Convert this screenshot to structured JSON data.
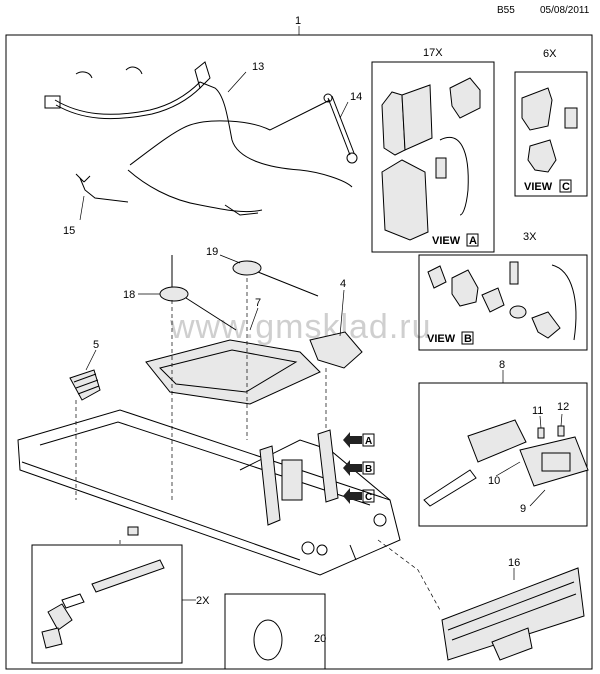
{
  "header": {
    "code": "B55",
    "date": "05/08/2011"
  },
  "watermark": "www.gmsklad.ru",
  "callouts": {
    "c1": "1",
    "c2": "2X",
    "c3": "3X",
    "c4": "4",
    "c5": "5",
    "c6": "6X",
    "c7": "7",
    "c8": "8",
    "c9": "9",
    "c10": "10",
    "c11": "11",
    "c12": "12",
    "c13": "13",
    "c14": "14",
    "c15": "15",
    "c16": "16",
    "c17": "17X",
    "c18": "18",
    "c19": "19",
    "c20": "20"
  },
  "views": {
    "a": {
      "word": "VIEW",
      "letter": "A"
    },
    "b": {
      "word": "VIEW",
      "letter": "B"
    },
    "c": {
      "word": "VIEW",
      "letter": "C"
    }
  },
  "arrows": {
    "a": "A",
    "b": "B",
    "c": "C"
  }
}
